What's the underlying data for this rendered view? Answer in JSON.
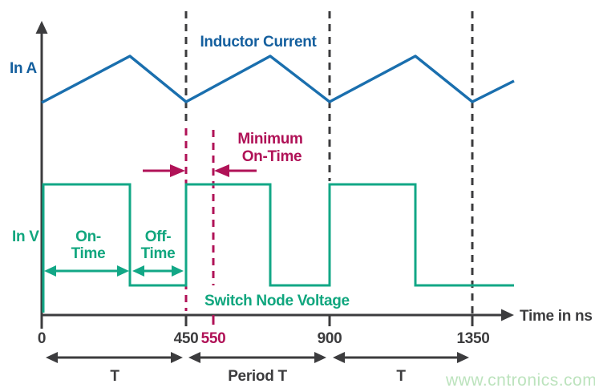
{
  "figure": {
    "y_axis_label_current": "In A",
    "y_axis_label_voltage": "In V",
    "x_axis_label": "Time in ns",
    "curves": {
      "inductor_current_label": "Inductor Current",
      "switch_node_voltage_label": "Switch Node Voltage"
    },
    "annotations": {
      "minimum_on_time_line1": "Minimum",
      "minimum_on_time_line2": "On-Time",
      "on_time_line1": "On-",
      "on_time_line2": "Time",
      "off_time_line1": "Off-",
      "off_time_line2": "Time"
    },
    "x_ticks": [
      {
        "label": "0",
        "ns": 0,
        "emphasis": "normal"
      },
      {
        "label": "450",
        "ns": 450,
        "emphasis": "normal"
      },
      {
        "label": "550",
        "ns": 550,
        "emphasis": "accent"
      },
      {
        "label": "900",
        "ns": 900,
        "emphasis": "normal"
      },
      {
        "label": "1350",
        "ns": 1350,
        "emphasis": "normal"
      }
    ],
    "period_brackets": [
      {
        "label": "T",
        "from_ns": 0,
        "to_ns": 450
      },
      {
        "label": "Period T",
        "from_ns": 450,
        "to_ns": 900
      },
      {
        "label": "T",
        "from_ns": 900,
        "to_ns": 1350
      }
    ],
    "watermark": "www.cntronics.com"
  },
  "colors": {
    "inductor_current_blue": "#1a6fae",
    "blue_text": "#145f9e",
    "switch_voltage_green": "#12a786",
    "accent_crimson": "#b01257",
    "axis_dark": "#3c3c3e",
    "watermark_green": "#bce3bd",
    "background": "#ffffff"
  },
  "chart_data": {
    "type": "line",
    "title": "",
    "xlabel": "Time in ns",
    "ylabel_top": "In A",
    "ylabel_bottom": "In V",
    "x_range_ns": [
      0,
      1470
    ],
    "x_tick_values": [
      0,
      450,
      550,
      900,
      1350
    ],
    "grid": false,
    "legend_position": "inline-labels",
    "series": [
      {
        "name": "Inductor Current",
        "type": "triangle-wave",
        "color": "#1a6fae",
        "units": "A (axis unlabeled, normalized)",
        "x_ns": [
          0,
          275,
          450,
          712,
          900,
          1165,
          1350,
          1470
        ],
        "y_norm": [
          0.55,
          1.0,
          0.55,
          1.0,
          0.55,
          1.0,
          0.55,
          0.78
        ]
      },
      {
        "name": "Switch Node Voltage",
        "type": "square-wave",
        "color": "#12a786",
        "units": "V (axis unlabeled, high/low)",
        "x_ns": [
          0,
          275,
          275,
          450,
          450,
          712,
          712,
          900,
          900,
          1165,
          1165,
          1470
        ],
        "y_norm": [
          1,
          1,
          0,
          0,
          1,
          1,
          0,
          0,
          1,
          1,
          0,
          0
        ]
      }
    ],
    "dashed_markers_ns": [
      {
        "ns": 450,
        "color": "black-above-crimson-below"
      },
      {
        "ns": 550,
        "color": "crimson"
      },
      {
        "ns": 900,
        "color": "black"
      },
      {
        "ns": 1350,
        "color": "black"
      }
    ],
    "annotations": [
      {
        "text": "Minimum On-Time",
        "between_ns": [
          450,
          550
        ]
      },
      {
        "text": "On-Time",
        "between_ns": [
          0,
          275
        ]
      },
      {
        "text": "Off-Time",
        "between_ns": [
          275,
          450
        ]
      },
      {
        "text": "T",
        "between_ns": [
          0,
          450
        ]
      },
      {
        "text": "Period T",
        "between_ns": [
          450,
          900
        ]
      },
      {
        "text": "T",
        "between_ns": [
          900,
          1350
        ]
      }
    ]
  }
}
